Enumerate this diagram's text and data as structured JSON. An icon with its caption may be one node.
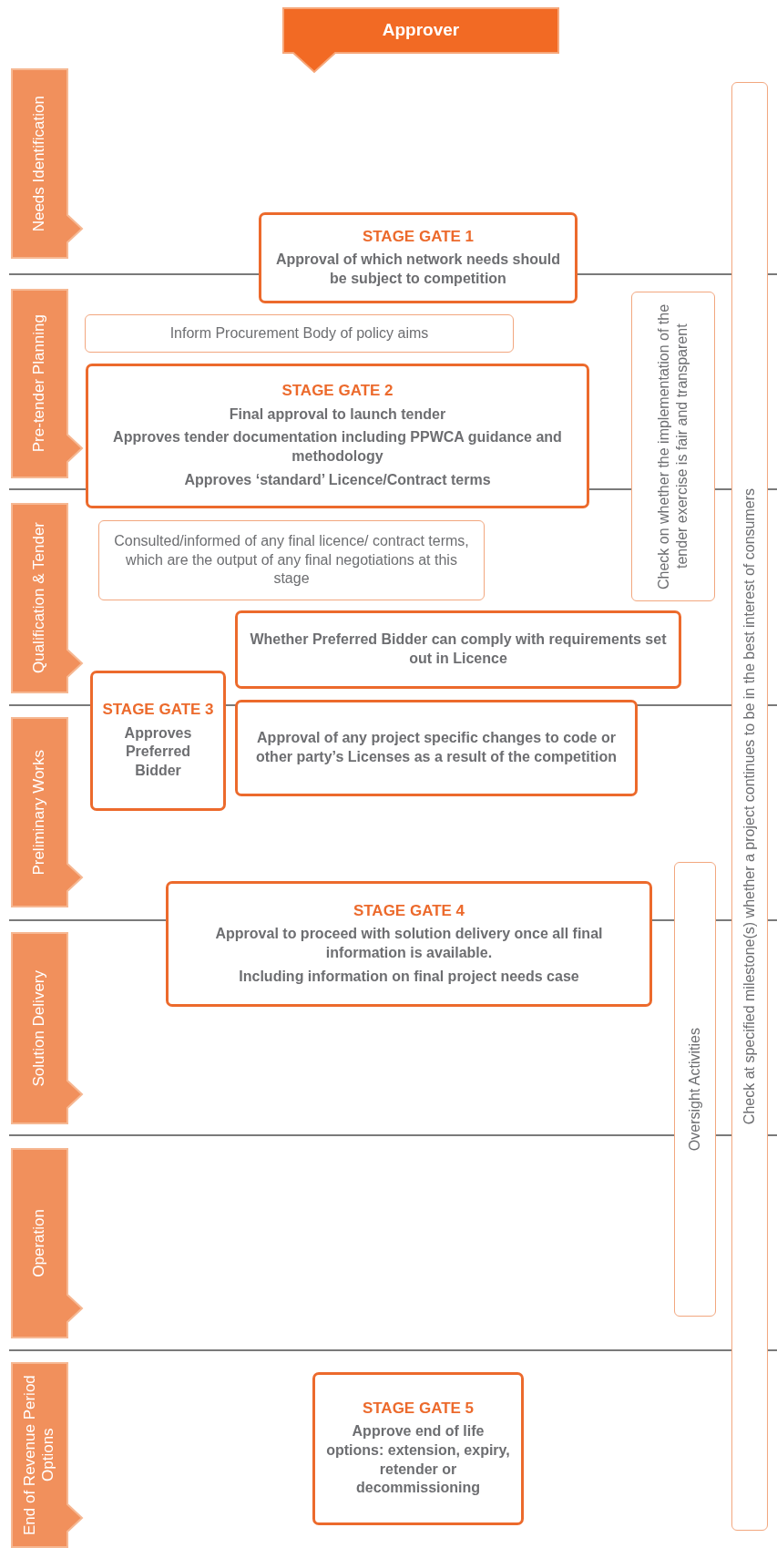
{
  "diagram": {
    "nodes": [
      {
        "text": [
          "Approver"
        ]
      },
      {
        "text": [
          "Needs Identification"
        ]
      },
      {
        "text": [
          "Check at specified milestone(s) whether a project continues to be in the best interest of consumers"
        ]
      },
      {
        "text": [
          "STAGE GATE 1",
          "Approval of which network needs should be subject to competition"
        ]
      },
      {
        "text": [
          "Pre-tender Planning"
        ]
      },
      {
        "text": [
          "Check on whether the implementation of the tender exercise is fair and transparent"
        ]
      },
      {
        "text": [
          "Inform Procurement Body of policy aims"
        ]
      },
      {
        "text": [
          "STAGE GATE 2",
          "Final approval to launch tender",
          "Approves tender documentation including PPWCA guidance and methodology",
          "Approves ‘standard’ Licence/Contract terms"
        ]
      },
      {
        "text": [
          "Qualification & Tender"
        ]
      },
      {
        "text": [
          "Consulted/informed of any final licence/ contract terms, which are the output of any final negotiations at this stage"
        ]
      },
      {
        "text": [
          "Whether Preferred Bidder can comply with requirements set out in Licence"
        ]
      },
      {
        "text": [
          "STAGE GATE 3",
          "Approves Preferred Bidder"
        ]
      },
      {
        "text": [
          "Approval of any project specific changes to code or other party’s Licenses as a result of the competition"
        ]
      },
      {
        "text": [
          "Preliminary Works"
        ]
      },
      {
        "text": [
          "Oversight Activities"
        ]
      },
      {
        "text": [
          "STAGE GATE 4",
          "Approval to proceed with solution delivery once all final information is available.",
          "Including information on final project needs case"
        ]
      },
      {
        "text": [
          "Solution Delivery"
        ]
      },
      {
        "text": [
          "Operation"
        ]
      },
      {
        "text": [
          "End of Revenue Period Options"
        ]
      },
      {
        "text": [
          "STAGE GATE 5",
          "Approve end of life options: extension, expiry, retender or decommissioning"
        ]
      }
    ]
  }
}
